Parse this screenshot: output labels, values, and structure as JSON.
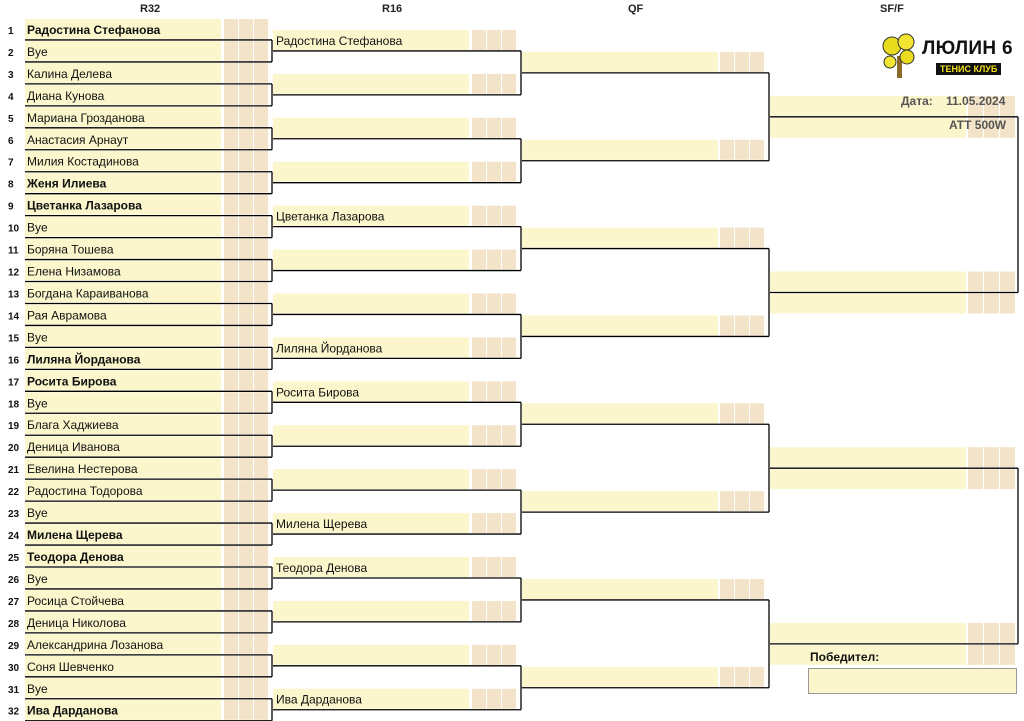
{
  "headers": {
    "r32": "R32",
    "r16": "R16",
    "qf": "QF",
    "sf": "SF/F"
  },
  "logo": {
    "title": "ЛЮЛИН 6",
    "subtitle": "ТЕНИС КЛУБ"
  },
  "meta": {
    "date_label": "Дата:",
    "date": "11.05.2024",
    "category": "ATT 500W"
  },
  "winner": {
    "label": "Победител:",
    "value": ""
  },
  "r32": [
    {
      "seed": "1",
      "name": "Радостина Стефанова",
      "bold": true
    },
    {
      "seed": "2",
      "name": "Bye",
      "bold": false
    },
    {
      "seed": "3",
      "name": "Калина Делева",
      "bold": false
    },
    {
      "seed": "4",
      "name": "Диана Кунова",
      "bold": false
    },
    {
      "seed": "5",
      "name": "Мариана Грозданова",
      "bold": false
    },
    {
      "seed": "6",
      "name": "Анастасия Арнаут",
      "bold": false
    },
    {
      "seed": "7",
      "name": "Милия Костадинова",
      "bold": false
    },
    {
      "seed": "8",
      "name": "Женя Илиева",
      "bold": true
    },
    {
      "seed": "9",
      "name": "Цветанка Лазарова",
      "bold": true
    },
    {
      "seed": "10",
      "name": "Bye",
      "bold": false
    },
    {
      "seed": "11",
      "name": "Боряна Тошева",
      "bold": false
    },
    {
      "seed": "12",
      "name": "Елена Низамова",
      "bold": false
    },
    {
      "seed": "13",
      "name": "Богдана Караиванова",
      "bold": false
    },
    {
      "seed": "14",
      "name": "Рая Аврамова",
      "bold": false
    },
    {
      "seed": "15",
      "name": "Bye",
      "bold": false
    },
    {
      "seed": "16",
      "name": "Лиляна Йорданова",
      "bold": true
    },
    {
      "seed": "17",
      "name": "Росита Бирова",
      "bold": true
    },
    {
      "seed": "18",
      "name": "Bye",
      "bold": false
    },
    {
      "seed": "19",
      "name": "Блага Хаджиева",
      "bold": false
    },
    {
      "seed": "20",
      "name": "Деница Иванова",
      "bold": false
    },
    {
      "seed": "21",
      "name": "Евелина Нестерова",
      "bold": false
    },
    {
      "seed": "22",
      "name": "Радостина Тодорова",
      "bold": false
    },
    {
      "seed": "23",
      "name": "Bye",
      "bold": false
    },
    {
      "seed": "24",
      "name": "Милена Щерева",
      "bold": true
    },
    {
      "seed": "25",
      "name": "Теодора Денова",
      "bold": true
    },
    {
      "seed": "26",
      "name": "Bye",
      "bold": false
    },
    {
      "seed": "27",
      "name": "Росица Стойчева",
      "bold": false
    },
    {
      "seed": "28",
      "name": "Деница Николова",
      "bold": false
    },
    {
      "seed": "29",
      "name": "Александрина Лозанова",
      "bold": false
    },
    {
      "seed": "30",
      "name": "Соня Шевченко",
      "bold": false
    },
    {
      "seed": "31",
      "name": "Bye",
      "bold": false
    },
    {
      "seed": "32",
      "name": "Ива Дарданова",
      "bold": true
    }
  ],
  "r16": [
    {
      "name": "Радостина Стефанова"
    },
    {
      "name": ""
    },
    {
      "name": ""
    },
    {
      "name": ""
    },
    {
      "name": "Цветанка Лазарова"
    },
    {
      "name": ""
    },
    {
      "name": ""
    },
    {
      "name": "Лиляна Йорданова"
    },
    {
      "name": "Росита Бирова"
    },
    {
      "name": ""
    },
    {
      "name": ""
    },
    {
      "name": "Милена Щерева"
    },
    {
      "name": "Теодора Денова"
    },
    {
      "name": ""
    },
    {
      "name": ""
    },
    {
      "name": "Ива Дарданова"
    }
  ],
  "qf": [
    {
      "name": ""
    },
    {
      "name": ""
    },
    {
      "name": ""
    },
    {
      "name": ""
    },
    {
      "name": ""
    },
    {
      "name": ""
    },
    {
      "name": ""
    },
    {
      "name": ""
    }
  ],
  "sf": [
    {
      "name": ""
    },
    {
      "name": ""
    },
    {
      "name": ""
    },
    {
      "name": ""
    }
  ],
  "colors": {
    "fill": "#fcf6cc",
    "score_fill": "#f3e3c8",
    "line": "#000000",
    "accent": "#f5e21e"
  }
}
